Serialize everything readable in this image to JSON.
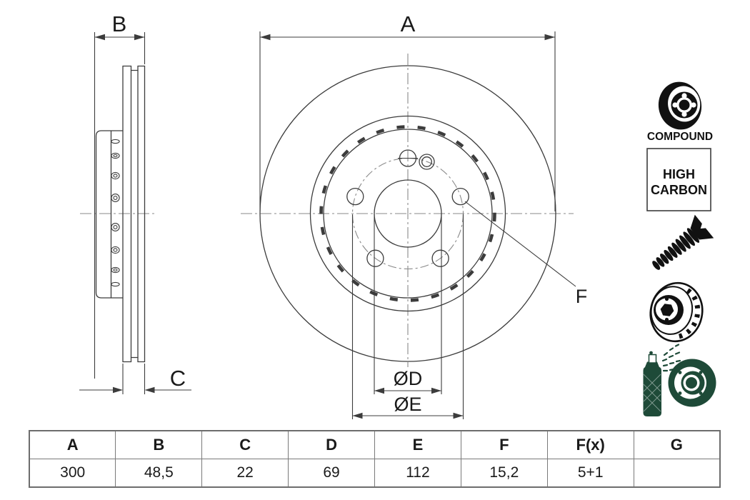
{
  "drawing": {
    "labels": {
      "a": "A",
      "b": "B",
      "c": "C",
      "f": "F",
      "diameter_d": "ØD",
      "diameter_e": "ØE"
    }
  },
  "badges": {
    "compound": "COMPOUND",
    "high_carbon": [
      "HIGH",
      "CARBON"
    ]
  },
  "icons": {
    "compound_disc": "compound-disc-icon",
    "countersunk_screw": "countersunk-screw-icon",
    "vented_disc": "vented-disc-icon",
    "spray_coating": "spray-coating-icon"
  },
  "table": {
    "headers": [
      "A",
      "B",
      "C",
      "D",
      "E",
      "F",
      "F(x)",
      "G"
    ],
    "values": [
      "300",
      "48,5",
      "22",
      "69",
      "112",
      "15,2",
      "5+1",
      ""
    ]
  },
  "colors": {
    "line": "#3c3c3c",
    "centerline": "#8a8a8a",
    "table_border": "#7a7a7a",
    "icon_black": "#111111",
    "icon_green": "#1e4a38",
    "text": "#1a1a1a"
  }
}
